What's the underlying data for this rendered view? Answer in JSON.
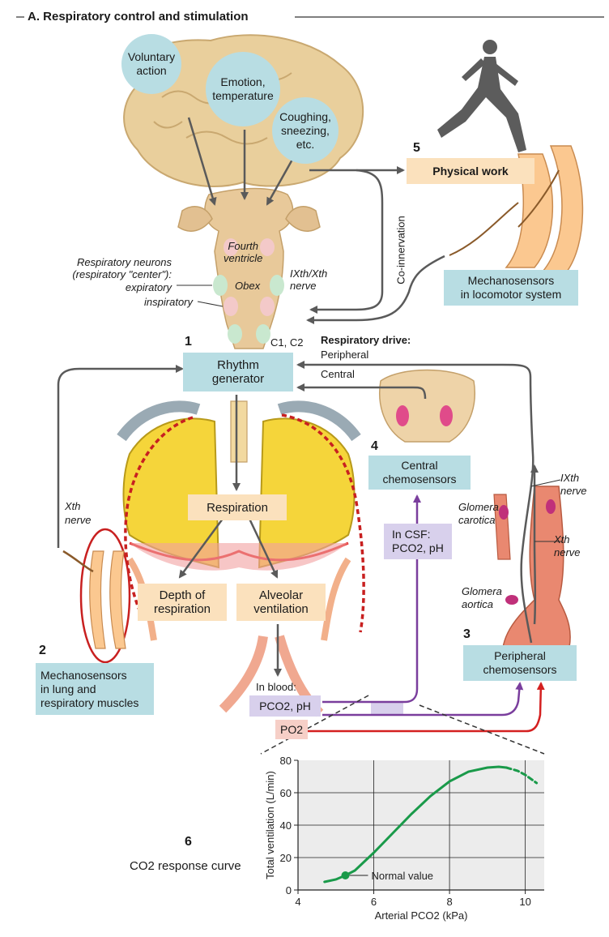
{
  "title": "A. Respiratory control and stimulation",
  "brain_inputs": [
    {
      "label": "Voluntary\naction"
    },
    {
      "label": "Emotion,\ntemperature"
    },
    {
      "label": "Coughing,\nsneezing,\netc."
    }
  ],
  "physical_work": {
    "number": "5",
    "label": "Physical work",
    "co_innervation": "Co-innervation"
  },
  "locomotor_sensors": "Mechanosensors\nin locomotor system",
  "brainstem": {
    "fourth_ventricle": "Fourth\nventricle",
    "obex": "Obex",
    "resp_neurons": "Respiratory neurons\n(respiratory \"center\"):",
    "expiratory": "expiratory",
    "inspiratory": "inspiratory",
    "ix_x_nerve": "IXth/Xth\nnerve",
    "c1c2": "C1, C2"
  },
  "rhythm": {
    "number": "1",
    "label": "Rhythm\ngenerator"
  },
  "drive": {
    "title": "Respiratory drive:",
    "peripheral": "Peripheral",
    "central": "Central"
  },
  "central_chemo": {
    "number": "4",
    "label": "Central\nchemosensors"
  },
  "csf": {
    "label": "In CSF:",
    "value": "PCO2, pH"
  },
  "respiration": "Respiration",
  "depth": "Depth of\nrespiration",
  "alveolar": "Alveolar\nventilation",
  "x_nerve_left": "Xth\nnerve",
  "lung_sensors": {
    "number": "2",
    "label": "Mechanosensors\nin lung and\nrespiratory muscles"
  },
  "carotid": {
    "glomera_carotica": "Glomera\ncarotica",
    "ixth": "IXth\nnerve",
    "xth": "Xth\nnerve",
    "glomera_aortica": "Glomera\naortica"
  },
  "peripheral_chemo": {
    "number": "3",
    "label": "Peripheral\nchemosensors"
  },
  "blood": {
    "label": "In blood:",
    "pco2": "PCO2, pH",
    "po2": "PO2"
  },
  "curve_caption": {
    "number": "6",
    "label": "CO2 response curve"
  },
  "colors": {
    "blue_box": "#b8dde3",
    "tan_box": "#fbe1bd",
    "arrow_gray": "#5a5a5a",
    "purple": "#7a3e9d",
    "red": "#d42020",
    "curve_green": "#1a9a4a",
    "plot_bg": "#ececec"
  },
  "chart_data": {
    "type": "line",
    "xlabel": "Arterial PCO2 (kPa)",
    "ylabel": "Total ventilation (L/min)",
    "xlim": [
      4,
      10.5
    ],
    "ylim": [
      0,
      80
    ],
    "xticks": [
      4,
      6,
      8,
      10
    ],
    "yticks": [
      0,
      20,
      40,
      60,
      80
    ],
    "series": [
      {
        "style": "solid",
        "x": [
          4.7,
          5.0,
          5.25,
          5.5,
          6.0,
          6.5,
          7.0,
          7.5,
          8.0,
          8.5,
          9.0,
          9.3,
          9.5
        ],
        "y": [
          5,
          6.5,
          9,
          12,
          23,
          35,
          47,
          58,
          67,
          73,
          75.5,
          76,
          75.5
        ]
      },
      {
        "style": "dashed",
        "x": [
          9.5,
          9.8,
          10.0,
          10.3
        ],
        "y": [
          75.5,
          73.5,
          71,
          66
        ]
      }
    ],
    "annotations": [
      {
        "x": 5.25,
        "y": 9,
        "text": "Normal value"
      }
    ]
  }
}
